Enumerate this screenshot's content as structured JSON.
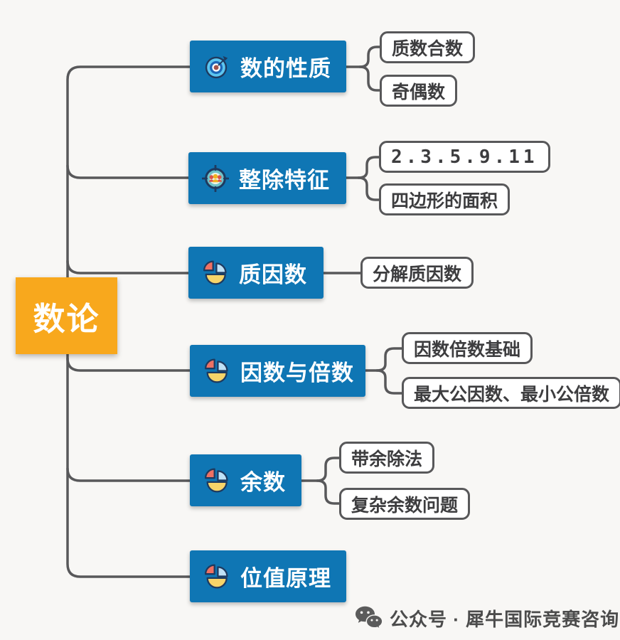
{
  "root": {
    "label": "数论"
  },
  "branches": [
    {
      "label": "数的性质",
      "icon": "dartboard-icon",
      "children": [
        {
          "label": "质数合数"
        },
        {
          "label": "奇偶数"
        }
      ]
    },
    {
      "label": "整除特征",
      "icon": "target-people-icon",
      "children": [
        {
          "label": "2.3.5.9.11"
        },
        {
          "label": "四边形的面积"
        }
      ]
    },
    {
      "label": "质因数",
      "icon": "pie-chart-icon",
      "children": [
        {
          "label": "分解质因数"
        }
      ]
    },
    {
      "label": "因数与倍数",
      "icon": "pie-chart-icon",
      "children": [
        {
          "label": "因数倍数基础"
        },
        {
          "label": "最大公因数、最小公倍数"
        }
      ]
    },
    {
      "label": "余数",
      "icon": "pie-chart-icon",
      "children": [
        {
          "label": "带余除法"
        },
        {
          "label": "复杂余数问题"
        }
      ]
    },
    {
      "label": "位值原理",
      "icon": "pie-chart-icon",
      "children": []
    }
  ],
  "footer": {
    "icon": "wechat-icon",
    "label": "公众号 · 犀牛国际竞赛咨询"
  },
  "colors": {
    "branch_blue": "#0f76b4",
    "root_orange": "#f8a81d",
    "line_gray": "#58585a",
    "leaf_border": "#58585a",
    "background": "#f8f7f5",
    "pie_red": "#ee7163",
    "pie_blue": "#bfe1f6",
    "pie_yellow": "#f7d469",
    "icon_outline": "#1e3a5f"
  }
}
